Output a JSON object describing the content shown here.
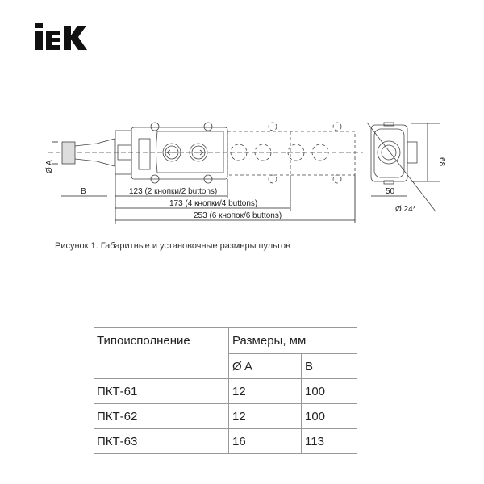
{
  "logo": {
    "text": "IEK"
  },
  "drawing": {
    "dim_a": "Ø A",
    "dim_b": "B",
    "dim_123": "123 (2 кнопки/2 buttons)",
    "dim_173": "173 (4 кнопки/4 buttons)",
    "dim_253": "253 (6 кнопок/6 buttons)",
    "dim_68": "68",
    "dim_50": "50",
    "dim_24": "Ø 24*"
  },
  "caption": "Рисунок 1. Габаритные и установочные размеры пультов",
  "table": {
    "header_type": "Типоисполнение",
    "header_sizes": "Размеры, мм",
    "sub_a": "Ø A",
    "sub_b": "B",
    "rows": [
      {
        "type": "ПКТ-61",
        "a": "12",
        "b": "100"
      },
      {
        "type": "ПКТ-62",
        "a": "12",
        "b": "100"
      },
      {
        "type": "ПКТ-63",
        "a": "16",
        "b": "113"
      }
    ]
  }
}
